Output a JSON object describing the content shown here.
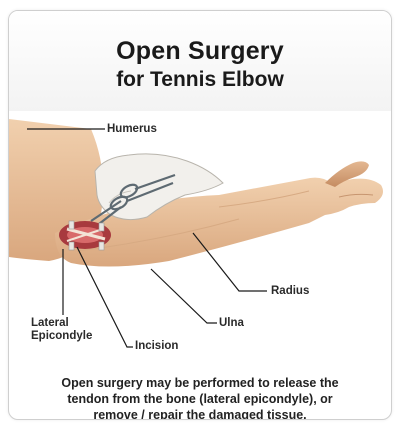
{
  "header": {
    "title": "Open Surgery",
    "subtitle": "for Tennis Elbow"
  },
  "labels": {
    "humerus": "Humerus",
    "radius": "Radius",
    "ulna": "Ulna",
    "lateral_epicondyle_line1": "Lateral",
    "lateral_epicondyle_line2": "Epicondyle",
    "incision": "Incision"
  },
  "caption": {
    "line1": "Open surgery may be performed to release the",
    "line2": "tendon from the bone (lateral epicondyle), or",
    "line3": "remove / repair the damaged tissue."
  }
}
